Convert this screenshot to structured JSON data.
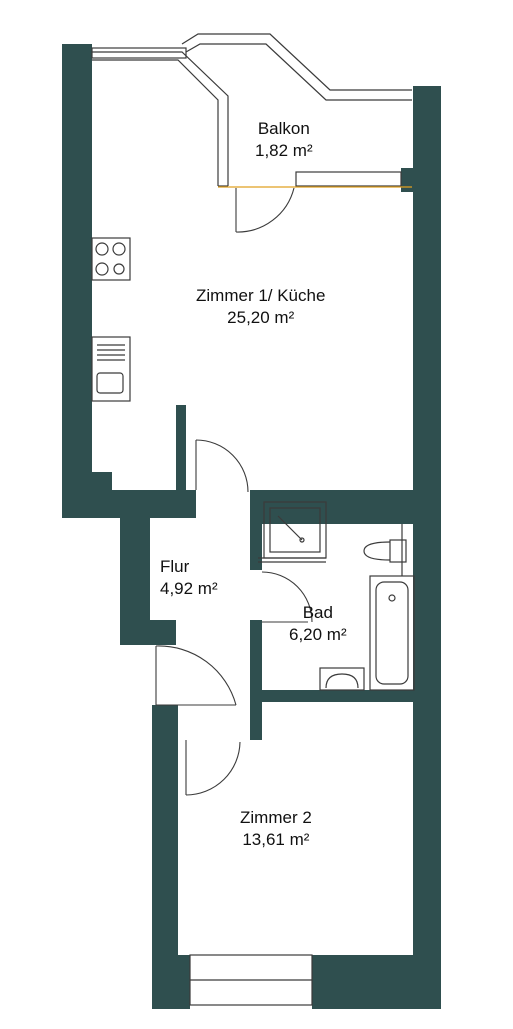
{
  "colors": {
    "wall": "#2f4f4f",
    "line": "#3b3b3b",
    "threshold": "#e0a020"
  },
  "rooms": [
    {
      "name": "Balkon",
      "area": "1,82 m²"
    },
    {
      "name": "Zimmer 1/ Küche",
      "area": "25,20 m²"
    },
    {
      "name": "Flur",
      "area": "4,92 m²"
    },
    {
      "name": "Bad",
      "area": "6,20 m²"
    },
    {
      "name": "Zimmer 2",
      "area": "13,61 m²"
    }
  ]
}
